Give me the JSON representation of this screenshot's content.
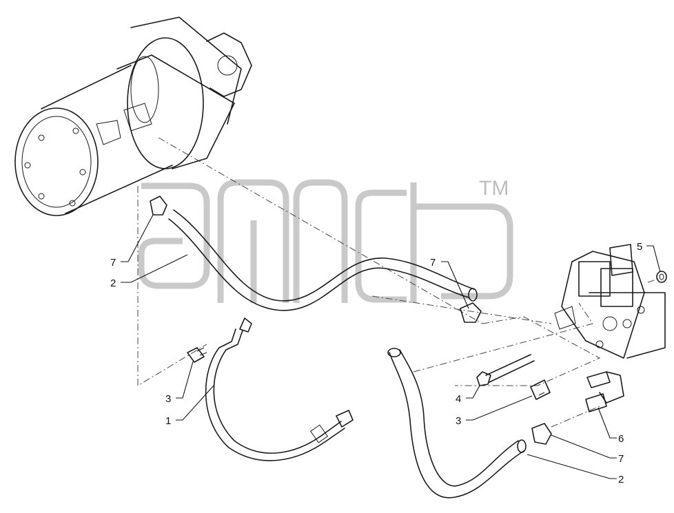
{
  "watermark": {
    "trademark": "TM"
  },
  "callouts": {
    "c7_top_left": "7",
    "c2_top_left": "2",
    "c7_middle": "7",
    "c5": "5",
    "c3_left": "3",
    "c1": "1",
    "c4": "4",
    "c3_right": "3",
    "c6": "6",
    "c7_bottom": "7",
    "c2_bottom": "2"
  }
}
